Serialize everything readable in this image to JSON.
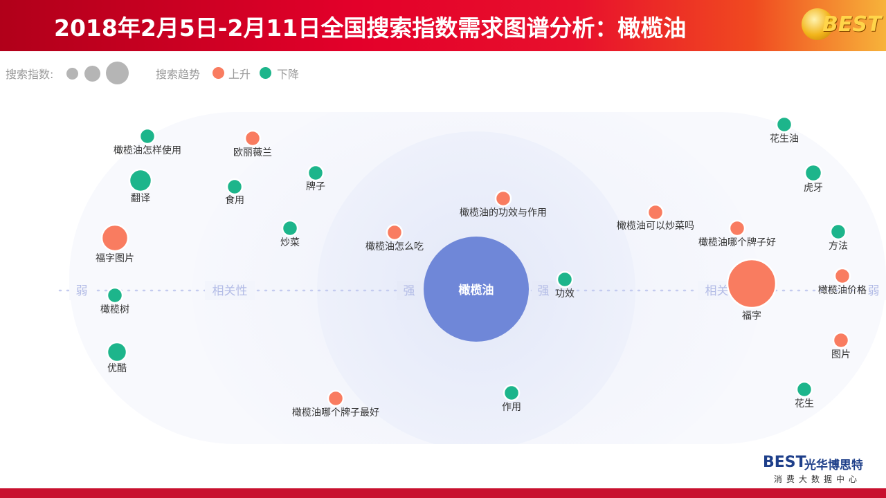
{
  "header": {
    "title": "2018年2月5日-2月11日全国搜索指数需求图谱分析：橄榄油",
    "logo_text": "BEST"
  },
  "legend": {
    "size_label": "搜索指数:",
    "trend_label": "搜索趋势",
    "up_label": "上升",
    "down_label": "下降"
  },
  "colors": {
    "up": "#f97c60",
    "down": "#1db58b",
    "center": "#6f87d8",
    "size_dot": "#b5b5b5"
  },
  "axis": {
    "weak_left": "弱",
    "relevance_left": "相关性",
    "strong_left": "强",
    "strong_right": "强",
    "relevance_right": "相关性",
    "weak_right": "弱"
  },
  "center": {
    "label": "橄榄油"
  },
  "nodes": [
    {
      "label": "橄榄油怎样使用",
      "trend": "down"
    },
    {
      "label": "翻译",
      "trend": "down"
    },
    {
      "label": "福字图片",
      "trend": "up"
    },
    {
      "label": "橄榄树",
      "trend": "down"
    },
    {
      "label": "优酷",
      "trend": "down"
    },
    {
      "label": "欧丽薇兰",
      "trend": "up"
    },
    {
      "label": "牌子",
      "trend": "down"
    },
    {
      "label": "食用",
      "trend": "down"
    },
    {
      "label": "炒菜",
      "trend": "down"
    },
    {
      "label": "橄榄油怎么吃",
      "trend": "up"
    },
    {
      "label": "橄榄油的功效与作用",
      "trend": "up"
    },
    {
      "label": "功效",
      "trend": "down"
    },
    {
      "label": "作用",
      "trend": "down"
    },
    {
      "label": "橄榄油哪个牌子最好",
      "trend": "up"
    },
    {
      "label": "橄榄油可以炒菜吗",
      "trend": "up"
    },
    {
      "label": "橄榄油哪个牌子好",
      "trend": "up"
    },
    {
      "label": "福字",
      "trend": "up"
    },
    {
      "label": "花生油",
      "trend": "down"
    },
    {
      "label": "虎牙",
      "trend": "down"
    },
    {
      "label": "方法",
      "trend": "down"
    },
    {
      "label": "橄榄油价格",
      "trend": "up"
    },
    {
      "label": "图片",
      "trend": "up"
    },
    {
      "label": "花生",
      "trend": "down"
    }
  ],
  "brand": {
    "logo": "BEST",
    "name": "光华博思特",
    "subtitle": "消费大数据中心"
  }
}
